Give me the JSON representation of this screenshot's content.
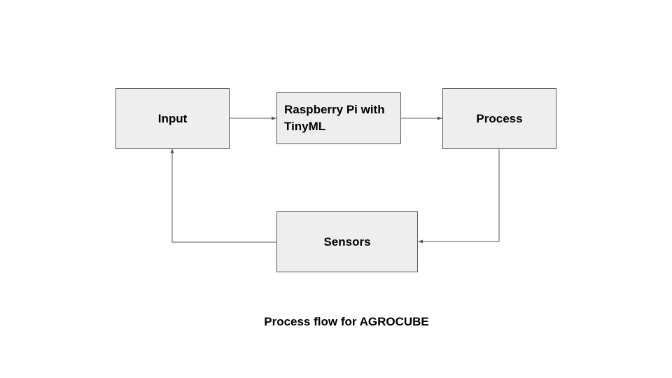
{
  "diagram": {
    "nodes": {
      "input": {
        "label": "Input"
      },
      "rpi": {
        "label": "Raspberry Pi with TinyML"
      },
      "process": {
        "label": "Process"
      },
      "sensors": {
        "label": "Sensors"
      }
    },
    "edges": [
      {
        "from": "Input",
        "to": "Raspberry Pi with TinyML"
      },
      {
        "from": "Raspberry Pi with TinyML",
        "to": "Process"
      },
      {
        "from": "Process",
        "to": "Sensors"
      },
      {
        "from": "Sensors",
        "to": "Input"
      }
    ],
    "caption": "Process flow for AGROCUBE",
    "colors": {
      "node_fill": "#eeeeee",
      "node_border": "#595959",
      "edge": "#595959"
    }
  }
}
